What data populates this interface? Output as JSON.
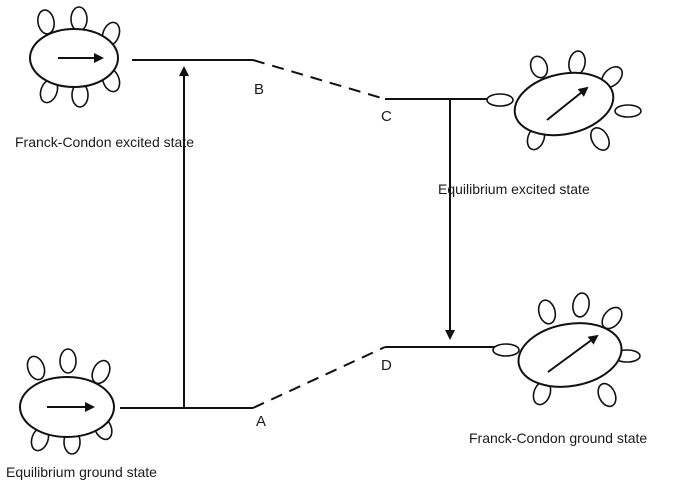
{
  "points": {
    "A": "A",
    "B": "B",
    "C": "C",
    "D": "D"
  },
  "states": {
    "franck_condon_excited": "Franck-Condon excited state",
    "equilibrium_excited": "Equilibrium excited state",
    "franck_condon_ground": "Franck-Condon ground state",
    "equilibrium_ground": "Equilibrium ground state"
  }
}
